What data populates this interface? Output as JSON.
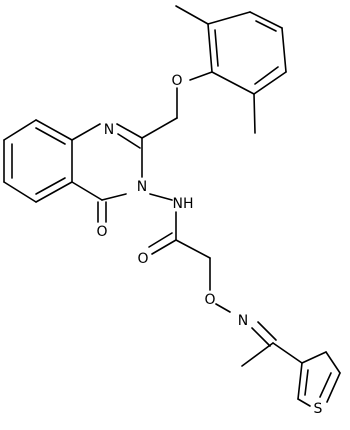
{
  "molecule": {
    "atom_labels": {
      "o_ether": "O",
      "n_ring1": "N",
      "n_ring3": "N",
      "o_ketone": "O",
      "nh_amide": "NH",
      "o_amide": "O",
      "o_oxime": "O",
      "n_oxime": "N",
      "s_thiophene": "S"
    }
  }
}
